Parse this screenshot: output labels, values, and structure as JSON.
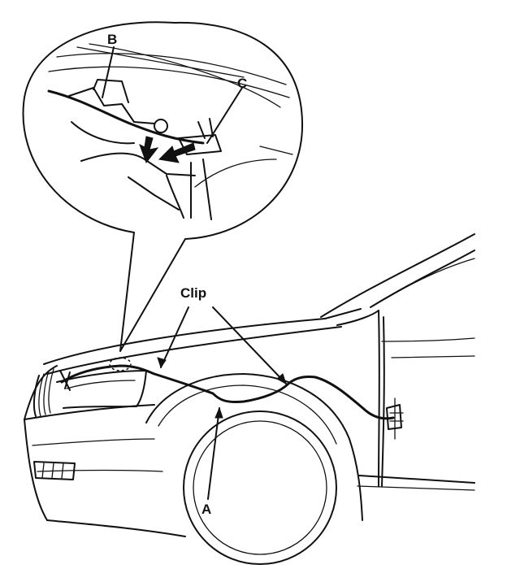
{
  "labels": {
    "b": "B",
    "c": "C",
    "clip": "Clip",
    "a": "A"
  }
}
